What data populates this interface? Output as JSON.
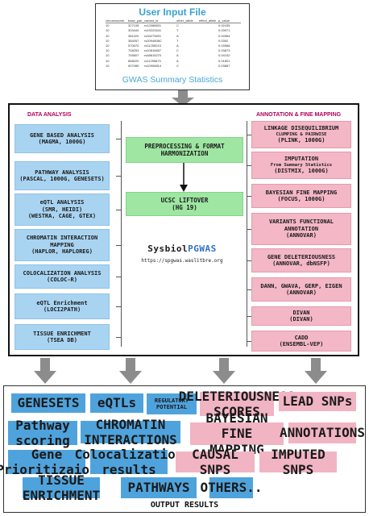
{
  "input": {
    "title": "User Input File",
    "subtitle": "GWAS Summary Statistics",
    "headers": [
      "chromosome",
      "base_pair_location",
      "variant_id",
      "other_allele",
      "effect_allele",
      "p_value"
    ],
    "rows": [
      [
        "10",
        "327108",
        "rs12088831",
        "C",
        "",
        "0.02435"
      ],
      [
        "10",
        "303444",
        "rs19222641",
        "T",
        "",
        "0.03971"
      ],
      [
        "10",
        "381020",
        "rs34275691",
        "A",
        "",
        "0.04584"
      ],
      [
        "10",
        "384057",
        "rs2094808C",
        "T",
        "",
        "0.0392"
      ],
      [
        "10",
        "570670",
        "rs11255243",
        "A",
        "",
        "0.03968"
      ],
      [
        "10",
        "708253",
        "rs10816657",
        "C",
        "",
        "0.03873"
      ],
      [
        "10",
        "705807",
        "rs48815270",
        "A",
        "",
        "0.04102"
      ],
      [
        "10",
        "858020",
        "rs11255870",
        "A",
        "",
        "0.01801"
      ],
      [
        "10",
        "907085",
        "rs10908814",
        "C",
        "",
        "0.03887"
      ]
    ]
  },
  "main": {
    "data_analysis_label": "DATA ANALYSIS",
    "annotation_label": "ANNOTATION & FINE MAPPING",
    "preprocessing": {
      "line1": "PREPROCESSING & FORMAT",
      "line2": "HARMONIZATION"
    },
    "liftover": {
      "line1": "UCSC LIFTOVER",
      "line2": "(HG 19)"
    },
    "brand_prefix": "Sysbiol",
    "brand_suffix": "PGWAS",
    "url": "https://spgwas.waslitbre.org",
    "left_boxes": [
      {
        "l1": "GENE BASED ANALYSIS",
        "l2": "(MAGMA, 1000G)"
      },
      {
        "l1": "PATHWAY ANALYSIS",
        "l2": "(PASCAL, 1000G, GENESETS)"
      },
      {
        "l1": "eQTL ANALYSIS",
        "l2": "(SMR, HEIDI)",
        "l3": "(WESTRA, CAGE, GTEX)"
      },
      {
        "l1": "CHROMATIN INTERACTION",
        "l2": "MAPPING",
        "l3": "(HAPLOR, HAPLOREG)"
      },
      {
        "l1": "COLOCALIZATION ANALYSIS",
        "l2": "(COLOC-R)"
      },
      {
        "l1": "eQTL Enrichment",
        "l2": "(LOCI2PATH)"
      },
      {
        "l1": "TISSUE ENRICHMENT",
        "l2": "(TSEA DB)"
      }
    ],
    "right_boxes": [
      {
        "l1": "LINKAGE DISEQUILIBRIUM",
        "sm": "CLUMPING & PAIRWISE",
        "l2": "(PLINK, 1000G)"
      },
      {
        "l1": "IMPUTATION",
        "sm": "From Summary Statistics",
        "l2": "(DISTMIX, 1000G)"
      },
      {
        "l1": "BAYESIAN FINE MAPPING",
        "l2": "(FOCUS, 1000G)"
      },
      {
        "l1": "VARIANTS FUNCTIONAL",
        "l2": "ANNOTATION",
        "l3": "(ANNOVAR)"
      },
      {
        "l1": "GENE DELETERIOUSNESS",
        "l2": "(ANNOVAR, dbNSFP)"
      },
      {
        "l1": "DANN, GWAVA, GERP, EIGEN",
        "l2": "(ANNOVAR)"
      },
      {
        "l1": "DIVAN",
        "l2": "(DIVAN)"
      },
      {
        "l1": "CADD",
        "l2": "(ENSEMBL-VEP)"
      }
    ]
  },
  "output": {
    "title": "OUTPUT RESULTS",
    "genesets": "GENESETS",
    "eqtls": "eQTLs",
    "regulatory1": "REGULATORY",
    "regulatory2": "POTENTIAL",
    "deleterious1": "DELETERIOUSNESS",
    "deleterious2": "SCORES",
    "lead_snps": "LEAD SNPs",
    "pathway1": "Pathway",
    "pathway2": "scoring",
    "chromatin1": "CHROMATIN",
    "chromatin2": "INTERACTIONS",
    "bayesian1": "BAYESIAN FINE",
    "bayesian2": "MAPPING",
    "annotations": "ANNOTATIONS",
    "gene_prior1": "Gene",
    "gene_prior2": "Prioritizaion",
    "coloc1": "Colocalization",
    "coloc2": "results",
    "causal_snps": "CAUSAL SNPS",
    "imputed_snps": "IMPUTED SNPS",
    "tissue1": "TISSUE",
    "tissue2": "ENRICHMENT",
    "pathways": "PATHWAYS",
    "others": "OTHERS.."
  },
  "colors": {
    "blue_box": "#a9d4f1",
    "pink_box": "#f3b7c6",
    "green_box": "#9fe6a3",
    "output_blue": "#4fa3dc",
    "output_pink": "#f1b4c3",
    "section_label": "#b0005a",
    "title_blue": "#3aa0cf",
    "arrow_grey": "#8c8c8c"
  }
}
